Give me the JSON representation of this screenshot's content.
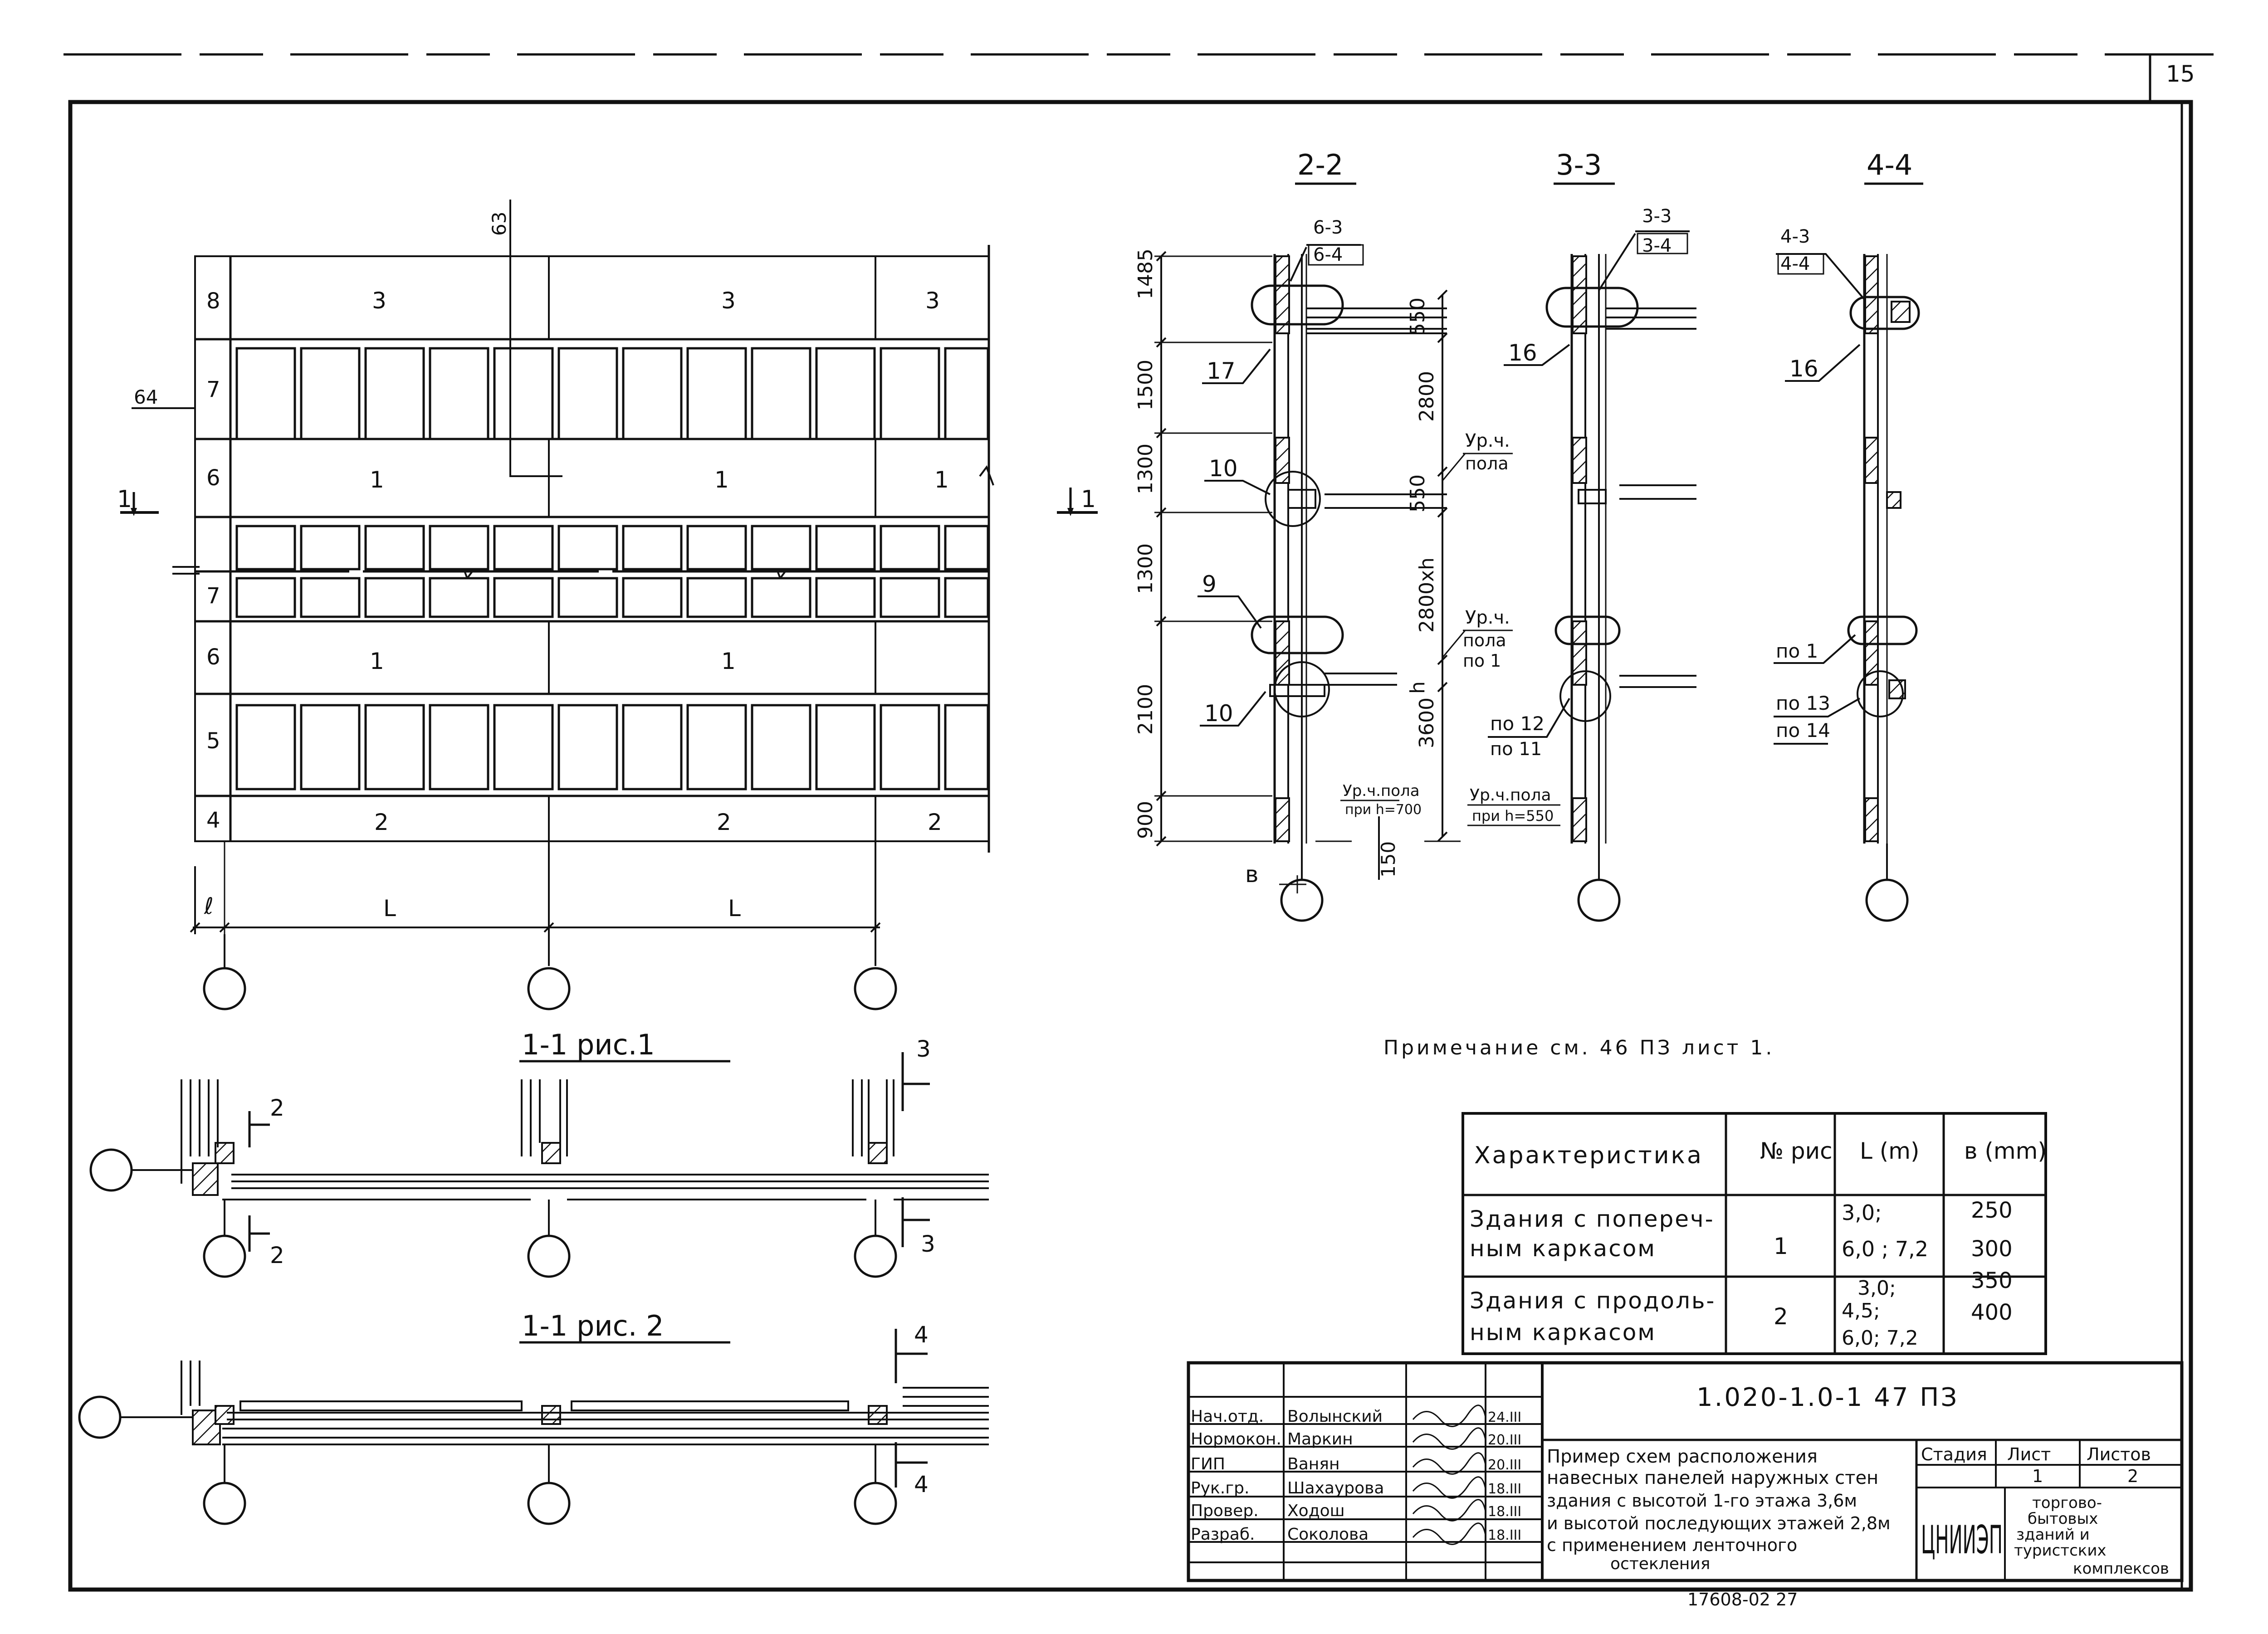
{
  "sheet_corner": "15",
  "elevation": {
    "row_numbers_top": [
      "8",
      "7",
      "6"
    ],
    "row_numbers_bottom": [
      "7",
      "6",
      "5",
      "4"
    ],
    "panel_top": [
      "3",
      "3",
      "3"
    ],
    "panel_mid1": [
      "1",
      "1",
      "1"
    ],
    "panel_mid2": [
      "1",
      "1"
    ],
    "panel_bottom": [
      "2",
      "2",
      "2"
    ],
    "mark_63": "63",
    "mark_64": "64",
    "cut_left": "1",
    "cut_right": "1",
    "dim_l": "ℓ",
    "dim_L": [
      "L",
      "L"
    ]
  },
  "sections": {
    "titles": [
      "2-2",
      "3-3",
      "4-4"
    ],
    "s22": {
      "refs_top": [
        "6-3",
        "6-4"
      ],
      "dims_left": [
        "1485",
        "1500",
        "1300",
        "1300",
        "2100",
        "900"
      ],
      "dims_right": [
        "550",
        "2800",
        "550",
        "2800xh",
        "h",
        "3600"
      ],
      "callouts": [
        "17",
        "10",
        "9",
        "10"
      ],
      "lvl1": [
        "Ур.ч.",
        "пола"
      ],
      "lvl2": [
        "Ур.ч.",
        "пола",
        "по 1"
      ],
      "lvl3": [
        "Ур.ч.пола",
        "при h=700"
      ],
      "lvl4": [
        "Ур.ч.пола",
        "при h=550"
      ],
      "dim_150": "150",
      "dim_b": "в"
    },
    "s33": {
      "refs_top": [
        "3-3",
        "3-4"
      ],
      "callout": "16",
      "refs_mid": [
        "по 12",
        "по 11"
      ]
    },
    "s44": {
      "refs_top": [
        "4-3",
        "4-4"
      ],
      "callout": "16",
      "ref_po1": "по 1",
      "refs_mid": [
        "по 13",
        "по 14"
      ]
    }
  },
  "plans": {
    "fig1_title": "1-1  рис.1",
    "fig2_title": "1-1   рис. 2",
    "fig1_marks": [
      "2",
      "2",
      "3",
      "3"
    ],
    "fig2_marks": [
      "4",
      "4"
    ]
  },
  "note": "Примечание см.  46 ПЗ  лист 1.",
  "table": {
    "headers": [
      "Характеристика",
      "№ рис",
      "L (m)",
      "в (mm)"
    ],
    "rows": [
      {
        "char": [
          "Здания с попереч-",
          "ным каркасом"
        ],
        "fig": "1",
        "L": [
          "3,0;",
          "6,0 ; 7,2"
        ]
      },
      {
        "char": [
          "Здания с продоль-",
          "ным каркасом"
        ],
        "fig": "2",
        "L": [
          "3,0;",
          "4,5;",
          "6,0; 7,2"
        ]
      }
    ],
    "b_values": [
      "250",
      "300",
      "350",
      "400"
    ]
  },
  "title_block": {
    "doc_code": "1.020-1.0-1  47 ПЗ",
    "staff": [
      {
        "role": "Нач.отд.",
        "name": "Волынский",
        "date": "24.III"
      },
      {
        "role": "Нормокон.",
        "name": "Маркин",
        "date": "20.III"
      },
      {
        "role": "ГИП",
        "name": "Ванян",
        "date": "20.III"
      },
      {
        "role": "Рук.гр.",
        "name": "Шахаурова",
        "date": "18.III"
      },
      {
        "role": "Провер.",
        "name": "Ходош",
        "date": "18.III"
      },
      {
        "role": "Разраб.",
        "name": "Соколова",
        "date": "18.III"
      }
    ],
    "title_lines": [
      "Пример схем расположения",
      "навесных панелей наружных стен",
      "здания с высотой 1-го этажа 3,6м",
      "и высотой последующих этажей 2,8м",
      "с применением ленточного",
      "остекления"
    ],
    "stage_label": "Стадия",
    "sheet_label": "Лист",
    "sheets_label": "Листов",
    "stage_value": "",
    "sheet_value": "1",
    "sheets_value": "2",
    "org": "ЦНИИЭП",
    "org_sub": [
      "торгово-",
      "бытовых",
      "зданий и",
      "туристских",
      "комплексов"
    ],
    "footer": "17608-02     27"
  }
}
